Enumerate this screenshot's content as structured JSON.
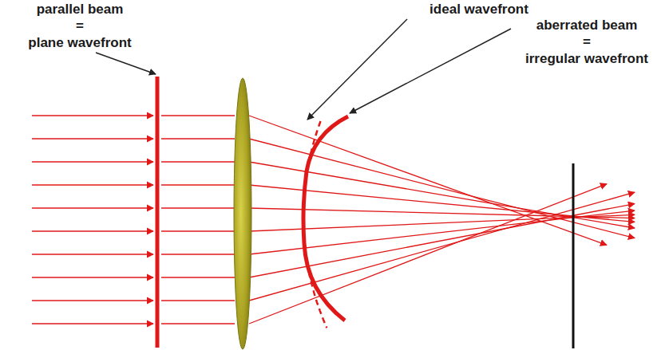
{
  "diagram": {
    "labels": [
      "parallel beam",
      "=",
      "plane wavefront",
      "ideal wavefront",
      "aberrated beam",
      "=",
      "irregular wavefront"
    ]
  }
}
